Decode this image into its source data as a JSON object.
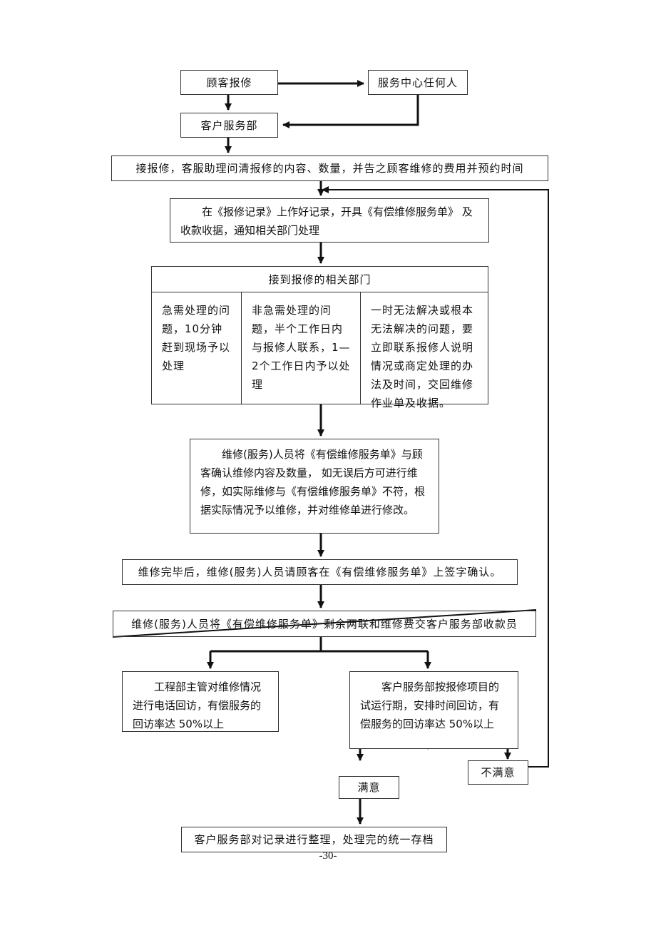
{
  "nodes": {
    "customer_report": "顾客报修",
    "service_center": "服务中心任何人",
    "customer_service_dept": "客户服务部",
    "receive_repair": "接报修，客服助理问清报修的内容、数量，并告之顾客维修的费用并预约时间",
    "record_repair": "在《报修记录》上作好记录，开具《有偿维修服务单》 及收款收据，通知相关部门处理",
    "departments": {
      "title": "接到报修的相关部门",
      "urgent": "急需处理的问题，10分钟赶到现场予以处理",
      "non_urgent": "非急需处理的问题，半个工作日内与报修人联系，1—2个工作日内予以处理",
      "unsolvable": "一时无法解决或根本无法解决的问题，要立即联系报修人说明情况或商定处理的办法及时间，交回维修作业单及收据。"
    },
    "confirm_content": "维修(服务)人员将《有偿维修服务单》与顾客确认维修内容及数量， 如无误后方可进行维修，如实际维修与《有偿维修服务单》不符，根据实际情况予以维修，并对维修单进行修改。",
    "sign_confirm": "维修完毕后，维修(服务)人员请顾客在《有偿维修服务单》上签字确认。",
    "hand_over": "维修(服务)人员将《有偿维修服务单》剩余两联和维修费交客户服务部收款员",
    "engineering_visit": "工程部主管对维修情况进行电话回访，有偿服务的回访率达 50%以上",
    "service_visit": "客户服务部按报修项目的试运行期，安排时间回访，有偿服务的回访率达 50%以上",
    "dissatisfied": "不满意",
    "satisfied": "满意",
    "archive": "客户服务部对记录进行整理，处理完的统一存档"
  },
  "page_number": "-30-"
}
